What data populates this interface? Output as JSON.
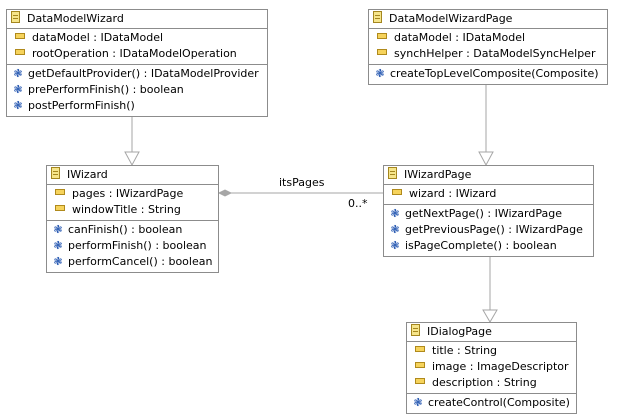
{
  "icons": {
    "class": "class-icon",
    "field": "field-icon",
    "method": "method-icon",
    "method_glyph": "❃"
  },
  "classes": {
    "DataModelWizard": {
      "name": "DataModelWizard",
      "attributes": [
        "dataModel : IDataModel",
        "rootOperation : IDataModelOperation"
      ],
      "operations": [
        "getDefaultProvider() : IDataModelProvider",
        "prePerformFinish() : boolean",
        "postPerformFinish()"
      ]
    },
    "DataModelWizardPage": {
      "name": "DataModelWizardPage",
      "attributes": [
        "dataModel : IDataModel",
        "synchHelper : DataModelSyncHelper"
      ],
      "operations": [
        "createTopLevelComposite(Composite)"
      ]
    },
    "IWizard": {
      "name": "IWizard",
      "attributes": [
        "pages : IWizardPage",
        "windowTitle : String"
      ],
      "operations": [
        "canFinish() : boolean",
        "performFinish() : boolean",
        "performCancel() : boolean"
      ]
    },
    "IWizardPage": {
      "name": "IWizardPage",
      "attributes": [
        "wizard : IWizard"
      ],
      "operations": [
        "getNextPage() : IWizardPage",
        "getPreviousPage() : IWizardPage",
        "isPageComplete() : boolean"
      ]
    },
    "IDialogPage": {
      "name": "IDialogPage",
      "attributes": [
        "title : String",
        "image : ImageDescriptor",
        "description : String"
      ],
      "operations": [
        "createControl(Composite)"
      ]
    }
  },
  "association": {
    "role": "itsPages",
    "multiplicity": "0..*"
  },
  "colors": {
    "border": "#8c8c8c",
    "connector": "#a6a6a6",
    "method_icon": "#2255b0",
    "class_icon_fill": "#f6e58a"
  }
}
